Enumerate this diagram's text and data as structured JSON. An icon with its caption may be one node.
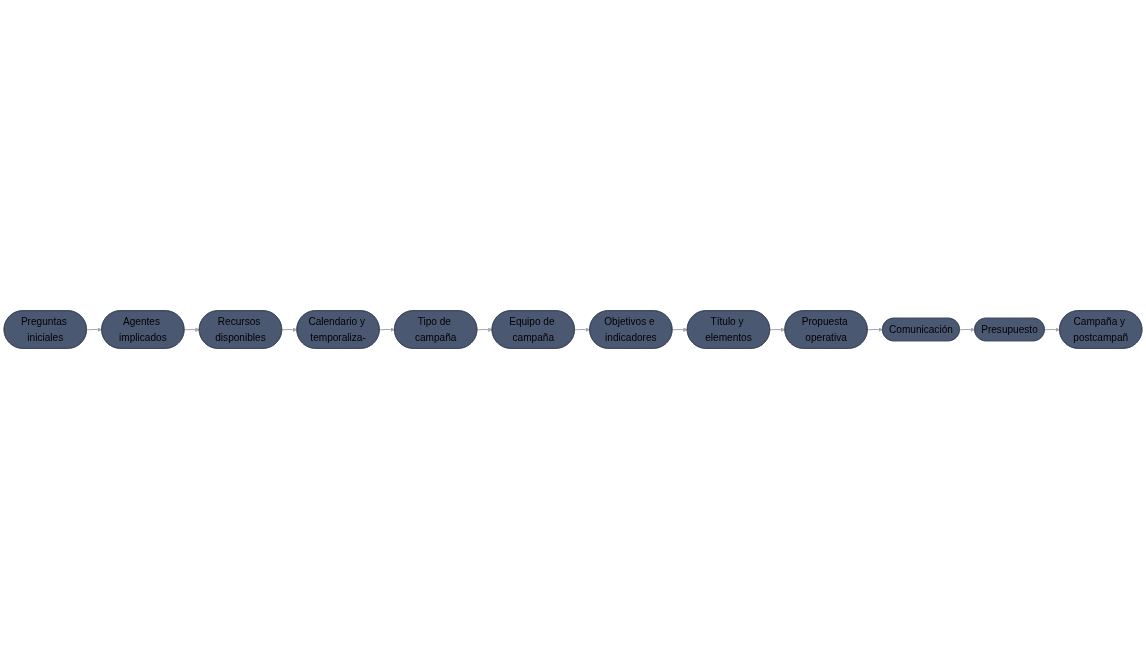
{
  "diagram": {
    "nodes": [
      {
        "text": [
          "Preguntas iniciales"
        ]
      },
      {
        "text": [
          "Agentes implicados"
        ]
      },
      {
        "text": [
          "Recursos disponibles"
        ]
      },
      {
        "text": [
          "Calendario y temporaliza-"
        ]
      },
      {
        "text": [
          "Tipo de campaña"
        ]
      },
      {
        "text": [
          "Equipo de campaña"
        ]
      },
      {
        "text": [
          "Objetivos e indicadores"
        ]
      },
      {
        "text": [
          "Título y elementos"
        ]
      },
      {
        "text": [
          "Propuesta operativa"
        ]
      },
      {
        "text": [
          "Comunicación"
        ]
      },
      {
        "text": [
          "Presupuesto"
        ]
      },
      {
        "text": [
          "Campaña y postcampañ"
        ]
      }
    ],
    "edges": [
      {
        "from": 0,
        "to": 1,
        "arrow": "to"
      },
      {
        "from": 1,
        "to": 2,
        "arrow": "to"
      },
      {
        "from": 2,
        "to": 3,
        "arrow": "to"
      },
      {
        "from": 3,
        "to": 4,
        "arrow": "to"
      },
      {
        "from": 4,
        "to": 5,
        "arrow": "to"
      },
      {
        "from": 5,
        "to": 6,
        "arrow": "to"
      },
      {
        "from": 6,
        "to": 7,
        "arrow": "to"
      },
      {
        "from": 7,
        "to": 8,
        "arrow": "to"
      },
      {
        "from": 8,
        "to": 9,
        "arrow": "to"
      },
      {
        "from": 9,
        "to": 10,
        "arrow": "to"
      },
      {
        "from": 10,
        "to": 11,
        "arrow": "to"
      }
    ]
  }
}
